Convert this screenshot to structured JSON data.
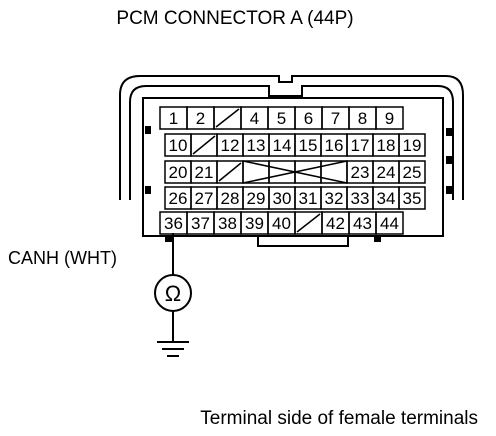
{
  "title": "PCM CONNECTOR A (44P)",
  "caption": "Terminal side of female terminals",
  "probe": {
    "wire_label": "CANH (WHT)",
    "terminal": "36",
    "meter_symbol": "Ω",
    "meter_icon": "ohmmeter-icon",
    "ground_icon": "ground-icon"
  },
  "connector": {
    "rows": [
      [
        {
          "label": "1"
        },
        {
          "label": "2"
        },
        {
          "label": ""
        },
        {
          "label": "4"
        },
        {
          "label": "5"
        },
        {
          "label": "6"
        },
        {
          "label": "7"
        },
        {
          "label": "8"
        },
        {
          "label": "9"
        }
      ],
      [
        {
          "label": "10"
        },
        {
          "label": ""
        },
        {
          "label": "12"
        },
        {
          "label": "13"
        },
        {
          "label": "14"
        },
        {
          "label": "15"
        },
        {
          "label": "16"
        },
        {
          "label": "17"
        },
        {
          "label": "18"
        },
        {
          "label": "19"
        }
      ],
      [
        {
          "label": "20"
        },
        {
          "label": "21"
        },
        {
          "label": ""
        },
        {
          "label": ""
        },
        {
          "label": ""
        },
        {
          "label": ""
        },
        {
          "label": ""
        },
        {
          "label": "23"
        },
        {
          "label": "24"
        },
        {
          "label": "25"
        }
      ],
      [
        {
          "label": "26"
        },
        {
          "label": "27"
        },
        {
          "label": "28"
        },
        {
          "label": "29"
        },
        {
          "label": "30"
        },
        {
          "label": "31"
        },
        {
          "label": "32"
        },
        {
          "label": "33"
        },
        {
          "label": "34"
        },
        {
          "label": "35"
        }
      ],
      [
        {
          "label": "36"
        },
        {
          "label": "37"
        },
        {
          "label": "38"
        },
        {
          "label": "39"
        },
        {
          "label": "40"
        },
        {
          "label": ""
        },
        {
          "label": "42"
        },
        {
          "label": "43"
        },
        {
          "label": "44"
        }
      ]
    ]
  }
}
